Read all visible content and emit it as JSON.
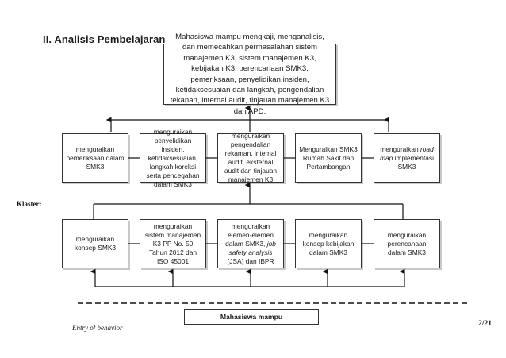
{
  "section_title": "II.  Analisis Pembelajaran",
  "goal": "Mahasiswa mampu mengkaji, menganalisis, dan memecahkan permasalahan sistem manajemen K3, sistem manajemen K3, kebijakan K3, perencanaan SMK3, pemeriksaan, penyelidikan insiden, ketidaksesuaian dan langkah, pengendalian tekanan, internal audit, tinjauan manajemen K3 dan APD.",
  "upper_row": [
    {
      "text": "menguraikan pemeriksaan dalam SMK3"
    },
    {
      "text": "menguraikan penyelidikan insiden, ketidaksesuaian, langkah koreksi serta pencegahan dalam SMK3"
    },
    {
      "text": "menguraikan pengendalian rekaman, internal audit, eksternal audit dan tinjauan manajemen K3"
    },
    {
      "text": "Menguraikan SMK3 Rumah Sakit dan Pertambangan"
    },
    {
      "prefix": "menguraikan ",
      "italic": "road map",
      "suffix": " implementasi SMK3"
    }
  ],
  "lower_row": [
    {
      "text": "menguraikan konsep SMK3"
    },
    {
      "text": "menguraikan sistem manajemen K3 PP No. 50 Tahun 2012 dan ISO 45001"
    },
    {
      "prefix": "menguraikan elemen-elemen dalam SMK3, ",
      "italic": "job safety analysis",
      "suffix": " (JSA) dan IBPR"
    },
    {
      "text": "menguraikan konsep kebijakan dalam SMK3"
    },
    {
      "text": "menguraikan perencanaan dalam SMK3"
    }
  ],
  "klaster_label": "Klaster:",
  "entry_box": "Mahasiswa mampu",
  "entry_label": "Entry of behavior",
  "page_number": "2/21"
}
